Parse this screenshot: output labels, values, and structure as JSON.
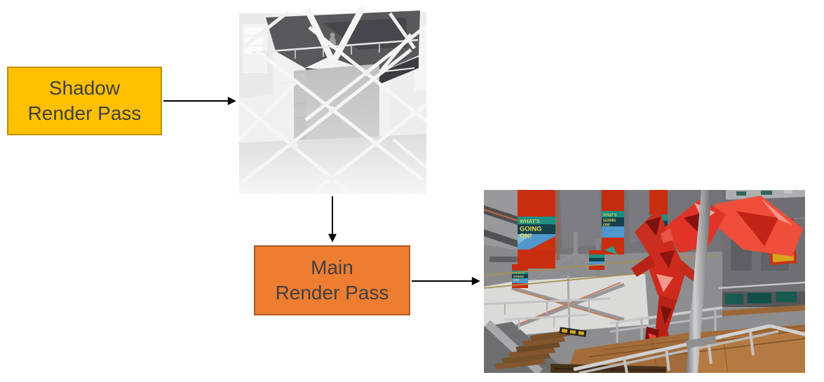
{
  "page": {
    "background": "#FFFFFF"
  },
  "diagram": {
    "nodes": {
      "shadow_pass": {
        "line1": "Shadow",
        "line2": "Render Pass",
        "fill": "#FFC000",
        "border": "#BF9000",
        "text_color": "#404040"
      },
      "main_pass": {
        "line1": "Main",
        "line2": "Render Pass",
        "fill": "#ED7D31",
        "border": "#AE5A21",
        "text_color": "#404040"
      }
    },
    "arrows": {
      "color": "#000000",
      "connections": [
        {
          "from": "shadow-render-pass",
          "to": "shadow-map-image",
          "direction": "right"
        },
        {
          "from": "shadow-map-image",
          "to": "main-render-pass",
          "direction": "down"
        },
        {
          "from": "main-render-pass",
          "to": "final-render-image",
          "direction": "right"
        }
      ]
    },
    "images": {
      "shadow_map": {
        "alt": "Grayscale shadow depth map of station interior with crossing diagonal beams"
      },
      "final_render": {
        "alt": "Color render of station interior with red banners, red low-poly winged statue, metal pole, railings and wooden floor"
      }
    },
    "scene_text": {
      "banner_word1": "WHAT'S",
      "banner_word2": "GOING",
      "banner_word3": "ON!"
    },
    "scene_palette": {
      "banner_red": "#C92D10",
      "banner_teal": "#1F8F82",
      "banner_blue": "#4F97CD",
      "statue_red": "#D42A2A",
      "wood_floor": "#A26C3A",
      "metal_gray": "#8D8D8F"
    }
  }
}
